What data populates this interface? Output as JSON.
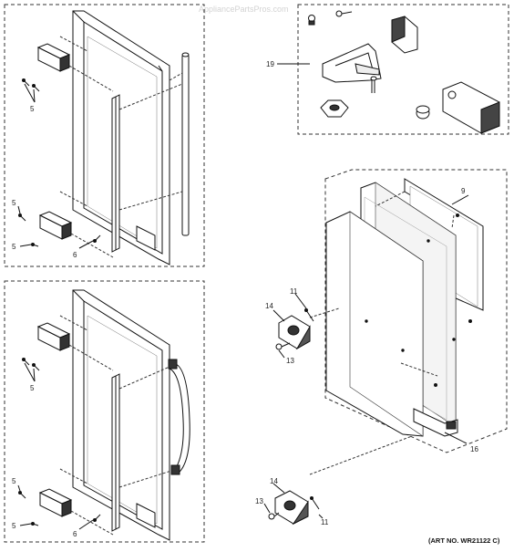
{
  "watermark": "AppliancePartsPros.com",
  "art_number": "(ART NO. WR21122 C)",
  "callouts": {
    "c19": "19",
    "c9": "9",
    "c16": "16",
    "c14_upper": "14",
    "c11_upper": "11",
    "c13_upper": "13",
    "c14_lower": "14",
    "c13_lower": "13",
    "c11_lower": "11",
    "top_panel": {
      "c5_a": "5",
      "c5_b": "5",
      "c5_c": "5",
      "c6": "6"
    },
    "bottom_panel": {
      "c5_a": "5",
      "c5_b": "5",
      "c5_c": "5",
      "c6": "6"
    }
  },
  "colors": {
    "line": "#111111",
    "dash": "#333333",
    "watermark": "#d3d3d3"
  }
}
